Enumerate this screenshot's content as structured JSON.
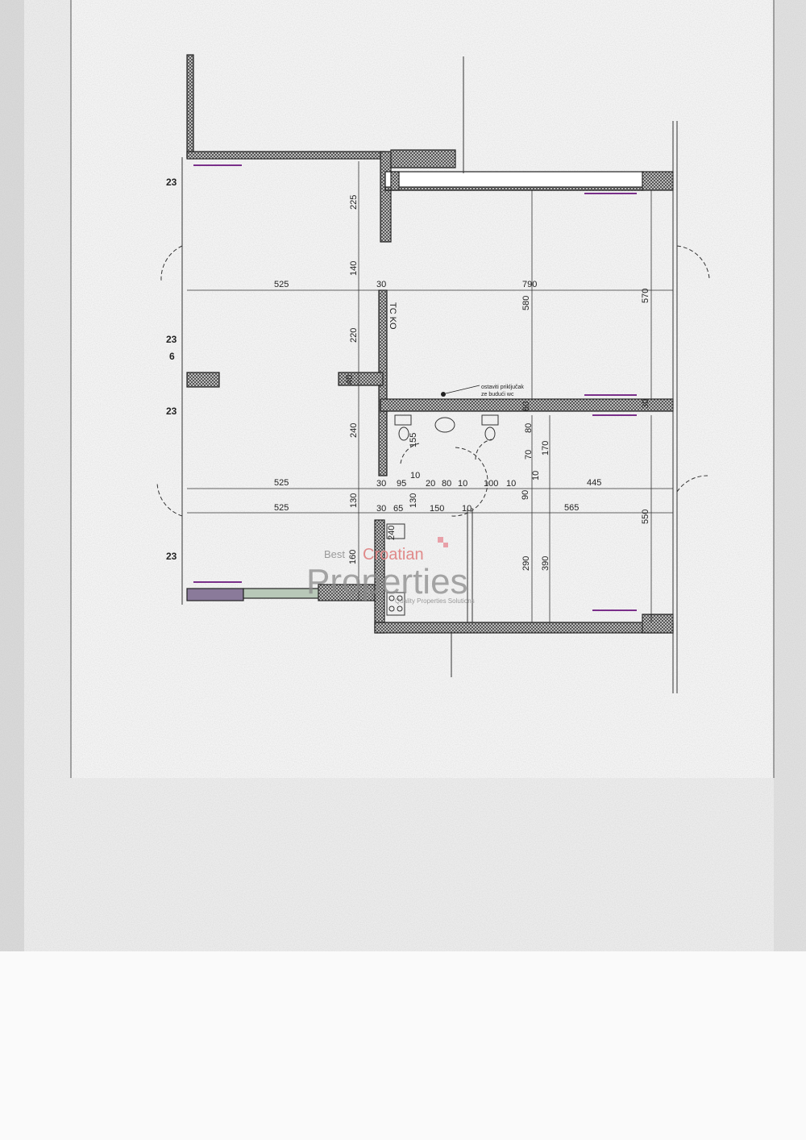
{
  "plan": {
    "dimensions": [
      "23",
      "23",
      "6",
      "23",
      "23",
      "225",
      "140",
      "220",
      "240",
      "130",
      "160",
      "525",
      "525",
      "525",
      "30",
      "790",
      "580",
      "570",
      "445",
      "565",
      "550",
      "390",
      "290",
      "170",
      "80",
      "70",
      "60",
      "30",
      "30",
      "95",
      "10",
      "20",
      "80",
      "10",
      "100",
      "10",
      "30",
      "65",
      "150",
      "10",
      "130",
      "155",
      "240",
      "90",
      "10",
      "40"
    ],
    "room_label": "TC KO",
    "note_line1": "ostaviti priključak",
    "note_line2": "ze budući wc"
  },
  "watermark": {
    "best": "Best",
    "croatian": "Croatian",
    "properties": "Properties",
    "tagline": "Quality Properties Solutions"
  },
  "colors": {
    "wall_fill": "#777777",
    "line": "#222222",
    "paper": "#f2f2f2"
  }
}
